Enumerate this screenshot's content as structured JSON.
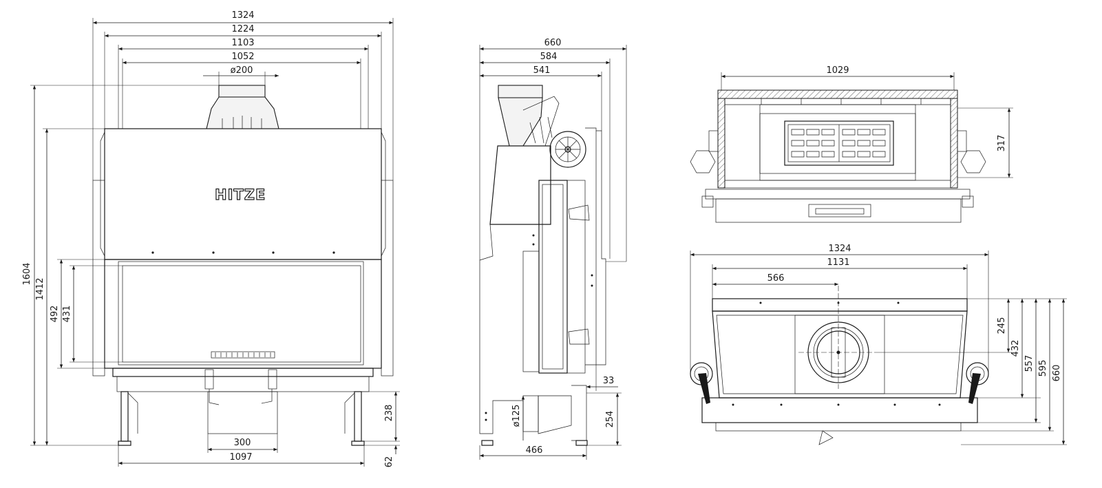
{
  "brand": {
    "logo_text": "HITZE"
  },
  "front_view": {
    "overall_width": "1324",
    "body_width": "1224",
    "frame_width": "1103",
    "glass_width": "1052",
    "flue_diameter": "ø200",
    "overall_height": "1604",
    "body_height": "1412",
    "door_height": "492",
    "glass_height": "431",
    "air_inlet_width": "300",
    "leg_span": "1097",
    "leg_height": "238",
    "foot_height": "62"
  },
  "side_view": {
    "overall_depth": "660",
    "body_depth": "584",
    "firebox_depth": "541",
    "air_inlet_diameter": "ø125",
    "air_inlet_depth": "466",
    "door_offset": "33",
    "air_inlet_height": "254"
  },
  "top_section_view": {
    "inner_width": "1029",
    "depth": "317"
  },
  "top_view": {
    "overall_width": "1324",
    "inner_width": "1131",
    "flue_axis_offset": "566",
    "flue_axis_depth": "245",
    "depth_432": "432",
    "depth_557": "557",
    "depth_595": "595",
    "depth_660": "660"
  }
}
